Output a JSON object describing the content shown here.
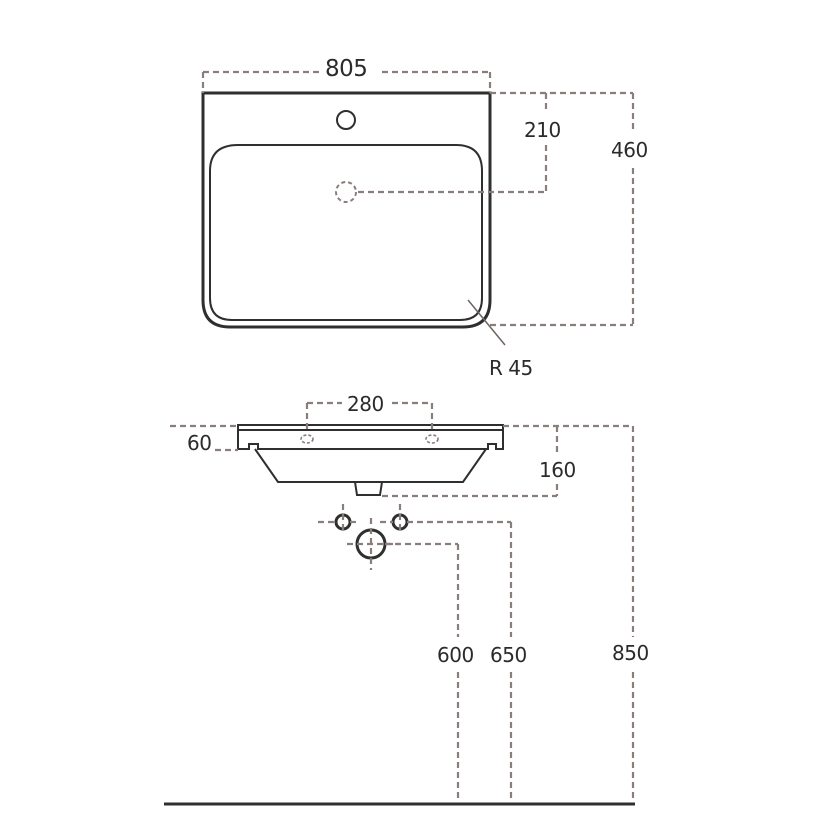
{
  "drawing": {
    "title": "Washbasin technical drawing",
    "units": "mm",
    "colors": {
      "outline": "#2f2f2f",
      "dimension_line": "#8a7e7a",
      "text": "#2b2b2b",
      "background": "#ffffff"
    }
  },
  "top_view": {
    "width_label": "805",
    "tap_hole_offset_label": "210",
    "depth_label": "460",
    "corner_radius_label": "R 45"
  },
  "side_view": {
    "tap_spacing_label": "280",
    "rim_thickness_label": "60",
    "basin_height_label": "160",
    "waste_height_label": "600",
    "supply_height_label": "650",
    "rim_height_label": "850"
  }
}
